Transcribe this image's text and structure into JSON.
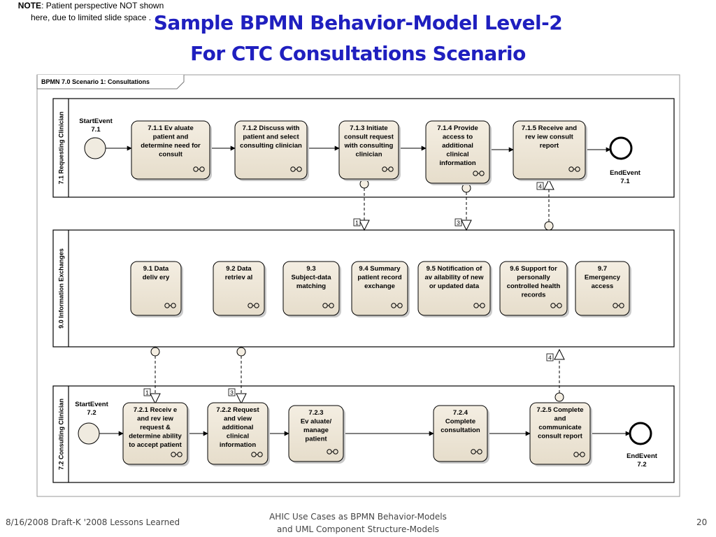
{
  "slide": {
    "title_line1": "Sample BPMN Behavior-Model Level-2",
    "title_line2": "For CTC Consultations Scenario",
    "diagram_frame_label": "BPMN 7.0 Scenario 1: Consultations",
    "footer_left": "8/16/2008 Draft-K '2008 Lessons Learned",
    "footer_mid_line1": "AHIC Use Cases as BPMN Behavior-Models",
    "footer_mid_line2": "and UML Component Structure-Models",
    "note_label": "NOTE",
    "note_line1": ": Patient perspective NOT shown",
    "note_line2": "here, due to limited slide space .",
    "page_number": "20"
  },
  "lanes": [
    {
      "label": "7.1 Requesting Clinician"
    },
    {
      "label": "9.0 Information Exchanges"
    },
    {
      "label": "7.2 Consulting Clinician"
    }
  ],
  "events": {
    "start_71": [
      "StartEvent",
      "7.1"
    ],
    "end_71": [
      "EndEvent",
      "7.1"
    ],
    "start_72": [
      "StartEvent",
      "7.2"
    ],
    "end_72": [
      "EndEvent",
      "7.2"
    ]
  },
  "tasks_71": [
    [
      "7.1.1 Ev aluate",
      "patient and",
      "determine need for",
      "consult"
    ],
    [
      "7.1.2 Discuss with",
      "patient and select",
      "consulting clinician"
    ],
    [
      "7.1.3 Initiate",
      "consult request",
      "with consulting",
      "clinician"
    ],
    [
      "7.1.4 Provide",
      "access to",
      "additional",
      "clinical",
      "information"
    ],
    [
      "7.1.5 Receive and",
      "rev iew consult",
      "report"
    ]
  ],
  "tasks_90": [
    [
      "9.1 Data",
      "deliv ery"
    ],
    [
      "9.2 Data",
      "retriev al"
    ],
    [
      "9.3",
      "Subject-data",
      "matching"
    ],
    [
      "9.4 Summary",
      "patient record",
      "exchange"
    ],
    [
      "9.5 Notification of",
      "av ailability of new",
      "or updated data"
    ],
    [
      "9.6 Support for",
      "personally",
      "controlled health",
      "records"
    ],
    [
      "9.7",
      "Emergency",
      "access"
    ]
  ],
  "tasks_72": [
    [
      "7.2.1 Receiv e",
      "and rev iew",
      "request &",
      "determine ability",
      "to accept patient"
    ],
    [
      "7.2.2 Request",
      "and view",
      "additional",
      "clinical",
      "information"
    ],
    [
      "7.2.3",
      "Ev aluate/",
      "manage",
      "patient"
    ],
    [
      "7.2.4",
      "Complete",
      "consultation"
    ],
    [
      "7.2.5 Complete",
      "and",
      "communicate",
      "consult report"
    ]
  ],
  "message_flow_numbers": [
    "1",
    "3",
    "4",
    "1",
    "3",
    "4"
  ]
}
